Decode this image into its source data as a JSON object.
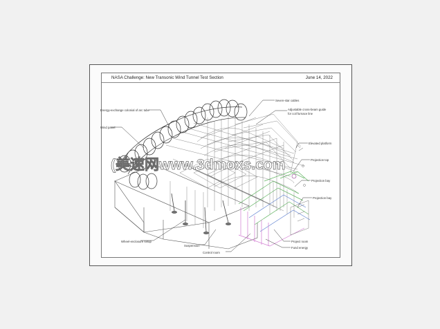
{
  "sheet": {
    "title": "NASA Challenge: New Transonic Wind Tunnel Test Section",
    "date": "June 14, 2022"
  },
  "labels": {
    "energy_exchange": "Energy-exchange colonial of arc tube",
    "wind_panel": "Wind panel",
    "wheel_wheelsetup": "Wheel-enclosure setup",
    "suspension": "Suspension",
    "control_room": "Control room",
    "seven_stars": "Seven-star cables",
    "adjustable": "Adjustable cross-beam guide",
    "adjustable_2": "for coil furnace line",
    "elevated_plat": "Elevated platform",
    "projection_top": "Projection top",
    "projection_bay_1": "Projection bay",
    "projection_bay_2": "Projection bay",
    "project_room": "Project room",
    "fund_energy": "Fund energy"
  },
  "watermark": {
    "text": "(美速网www.3dmoxs.com"
  },
  "colors": {
    "line": "#444444",
    "green": "#5fb35f",
    "magenta": "#d07ad0",
    "blue": "#5c7fd0"
  }
}
